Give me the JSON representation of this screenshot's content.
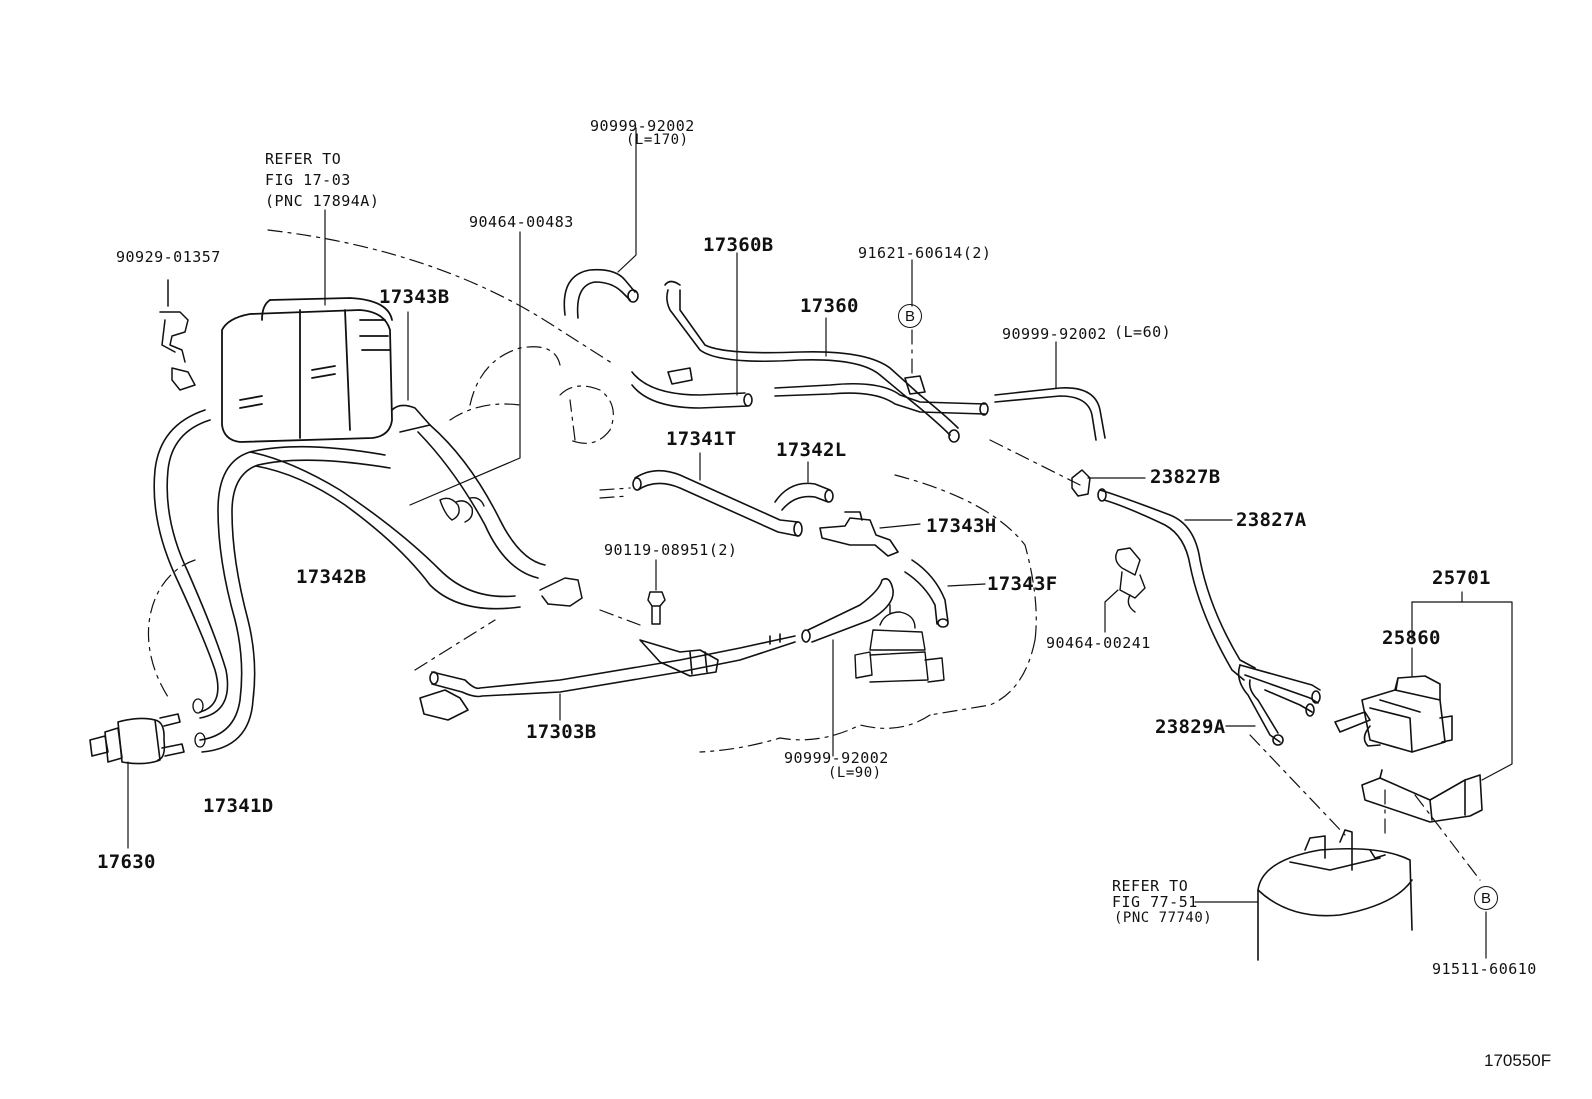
{
  "figure_id": "170550F",
  "refs": {
    "top_left_1": "REFER TO",
    "top_left_2": "FIG 17-03",
    "top_left_3": "(PNC 17894A)",
    "bottom_right_1": "REFER TO",
    "bottom_right_2": "FIG 77-51",
    "bottom_right_3": "(PNC 77740)"
  },
  "parts": {
    "p90929_01357": "90929-01357",
    "p17343B": "17343B",
    "p90464_00483": "90464-00483",
    "p90999_top": "90999-92002",
    "p90999_top_len": "(L=170)",
    "p17360B": "17360B",
    "p91621": "91621-60614(2)",
    "p17360": "17360",
    "p90999_right": "90999-92002",
    "p90999_right_len": "(L=60)",
    "p17341T": "17341T",
    "p17342L": "17342L",
    "p23827B": "23827B",
    "p23827A": "23827A",
    "p17343H": "17343H",
    "p90119": "90119-08951(2)",
    "p17343F": "17343F",
    "p17342B": "17342B",
    "p90464_00241": "90464-00241",
    "p25701": "25701",
    "p25860": "25860",
    "p23829A": "23829A",
    "p17303B": "17303B",
    "p90999_bottom": "90999-92002",
    "p90999_bottom_len": "(L=90)",
    "p17341D": "17341D",
    "p17630": "17630",
    "p91511": "91511-60610",
    "mark_b": "B"
  }
}
